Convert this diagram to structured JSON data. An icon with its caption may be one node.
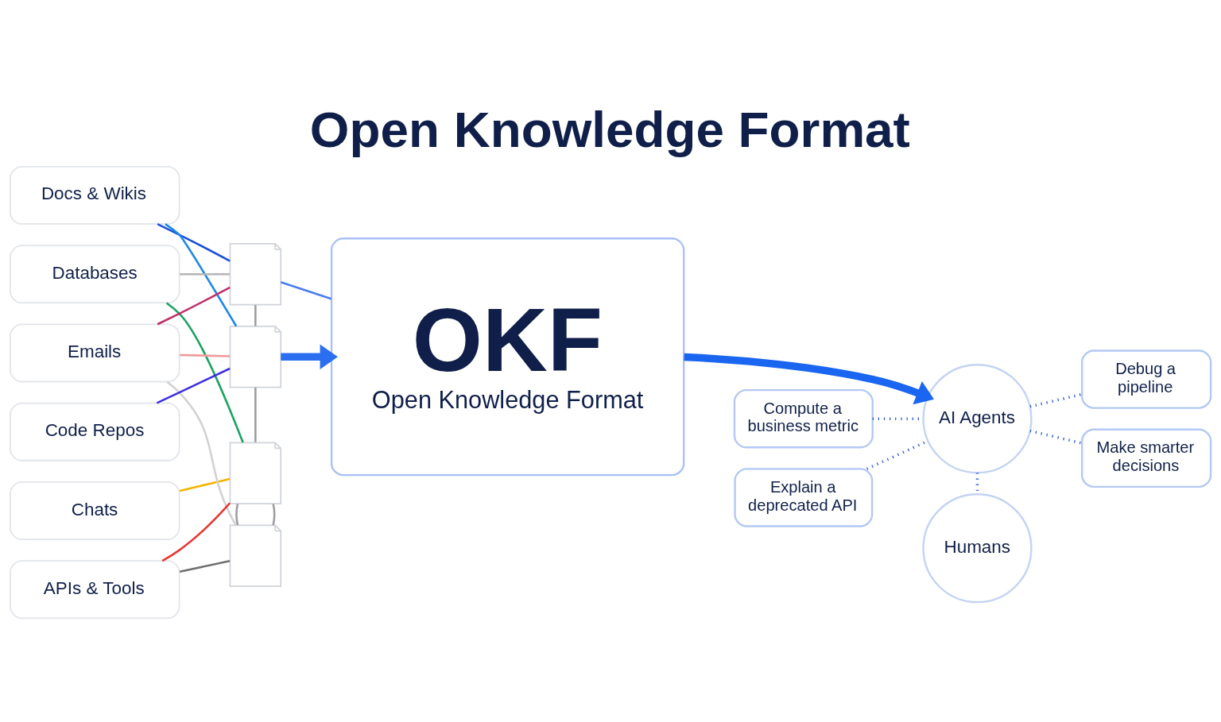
{
  "diagram": {
    "title": "Open Knowledge Format",
    "nodes": [
      {
        "text": [
          "Docs & Wikis"
        ]
      },
      {
        "text": [
          "Databases"
        ]
      },
      {
        "text": [
          "Chats"
        ]
      },
      {
        "text": [
          "Emails"
        ]
      },
      {
        "text": [
          "Code Repos"
        ]
      },
      {
        "text": [
          "APIs & Tools"
        ]
      },
      {
        "text": [],
        "shape": "box"
      },
      {
        "text": [],
        "shape": "box"
      },
      {
        "text": [],
        "shape": "box"
      },
      {
        "text": [],
        "shape": "box"
      },
      {
        "text": [
          "OKF",
          "Open Knowledge Format"
        ]
      },
      {
        "text": [
          "Compute a business metric"
        ]
      },
      {
        "text": [
          "Debug a pipeline"
        ]
      },
      {
        "text": [
          "AI Agents"
        ]
      },
      {
        "text": [
          "Explain a deprecated API"
        ]
      },
      {
        "text": [
          "Make smarter decisions"
        ]
      },
      {
        "text": [
          "Humans"
        ]
      }
    ],
    "edges": [
      {
        "from": 0,
        "to": 6,
        "arrow": "none",
        "color": "#1a4fd8"
      },
      {
        "from": 0,
        "to": 7,
        "arrow": "none",
        "color": "#1e88e5"
      },
      {
        "from": 1,
        "to": 6,
        "arrow": "none",
        "color": "#b4b4b4"
      },
      {
        "from": 1,
        "to": 8,
        "arrow": "none",
        "color": "#1aa260"
      },
      {
        "from": 2,
        "to": 8,
        "arrow": "none",
        "color": "#f4b400"
      },
      {
        "from": 3,
        "to": 6,
        "arrow": "none",
        "color": "#c0306a"
      },
      {
        "from": 3,
        "to": 7,
        "arrow": "none",
        "color": "#ef9a9a"
      },
      {
        "from": 3,
        "to": 9,
        "arrow": "none",
        "color": "#d2d2d2"
      },
      {
        "from": 4,
        "to": 7,
        "arrow": "none",
        "color": "#3d2ee0"
      },
      {
        "from": 5,
        "to": 9,
        "arrow": "none",
        "color": "#707070"
      },
      {
        "from": 5,
        "to": 8,
        "arrow": "none",
        "color": "#e53935"
      },
      {
        "from": 6,
        "to": 7,
        "arrow": "none",
        "color": "#9e9e9e"
      },
      {
        "from": 7,
        "to": 8,
        "arrow": "none",
        "color": "#9e9e9e"
      },
      {
        "from": 8,
        "to": 9,
        "arrow": "none",
        "color": "#9e9e9e"
      },
      {
        "from": 8,
        "to": 9,
        "arrow": "none",
        "color": "#9e9e9e"
      },
      {
        "from": 6,
        "to": 10,
        "arrow": "none",
        "color": "#4a7cf0"
      },
      {
        "from": 7,
        "to": 10,
        "arrow": "to",
        "style": "thick",
        "color": "#2b6ff0"
      },
      {
        "from": 10,
        "to": 13,
        "arrow": "to",
        "style": "thick",
        "color": "#1a66f0"
      },
      {
        "from": 11,
        "to": 13,
        "arrow": "none",
        "style": "dashed",
        "color": "#1f4fd8"
      },
      {
        "from": 13,
        "to": 12,
        "arrow": "none",
        "style": "dashed",
        "color": "#1f4fd8"
      },
      {
        "from": 14,
        "to": 13,
        "arrow": "none",
        "style": "dashed",
        "color": "#1f4fd8"
      },
      {
        "from": 13,
        "to": 15,
        "arrow": "none",
        "style": "dashed",
        "color": "#1f4fd8"
      },
      {
        "from": 13,
        "to": 16,
        "arrow": "none",
        "style": "dashed",
        "color": "#1f4fd8"
      }
    ]
  }
}
